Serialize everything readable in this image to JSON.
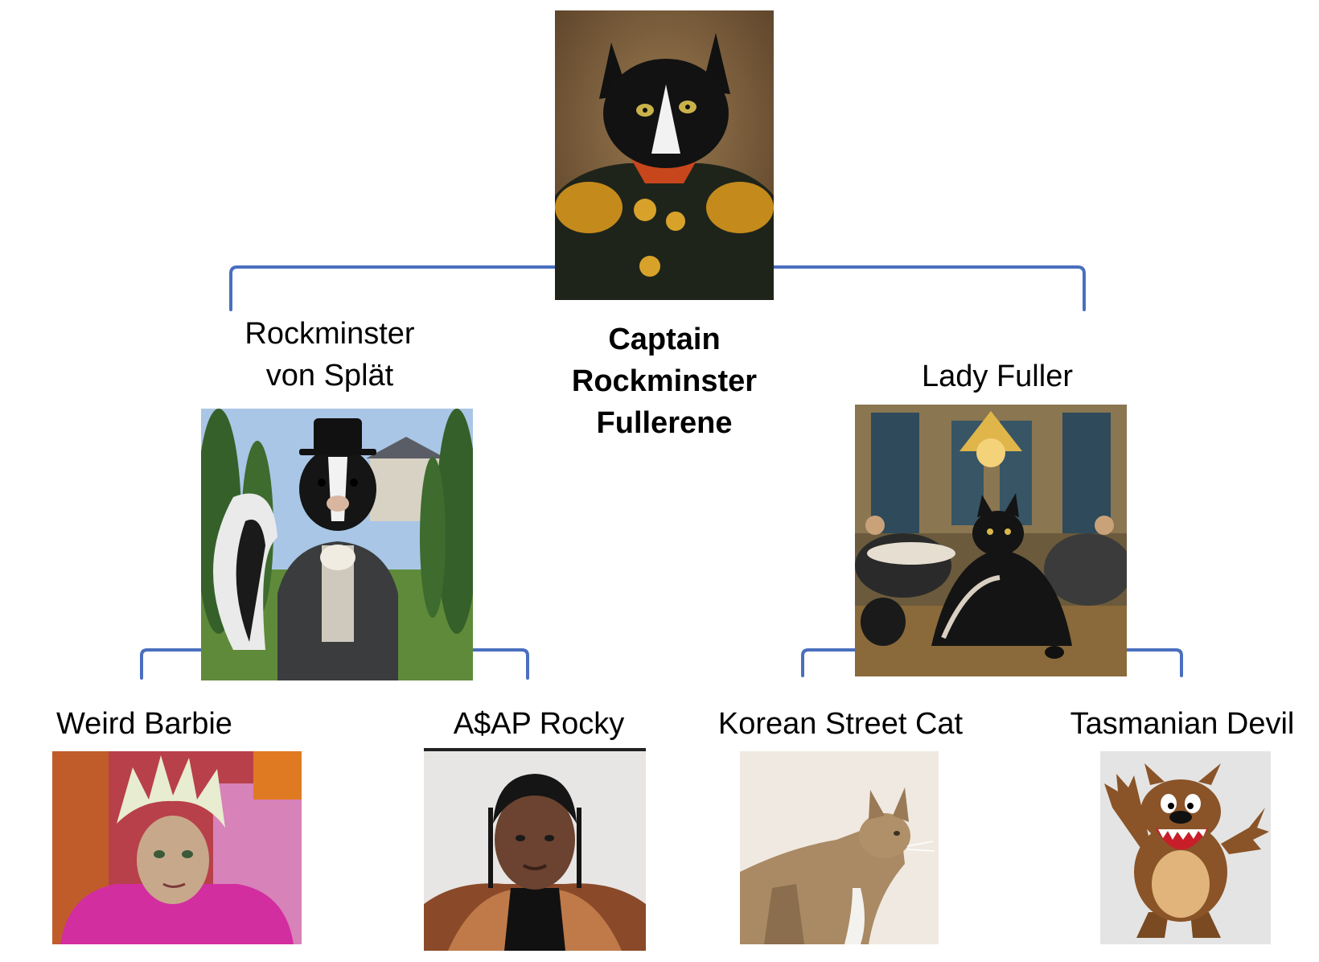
{
  "colors": {
    "connector": "#4a6fbe"
  },
  "root": {
    "name_lines": [
      "Captain",
      "Rockminster",
      "Fullerene"
    ],
    "portrait_icon": "cat-general-portrait-icon"
  },
  "parents": [
    {
      "name_lines": [
        "Rockminster",
        "von Splät"
      ],
      "portrait_icon": "skunk-gentleman-portrait-icon"
    },
    {
      "name_lines": [
        "Lady Fuller"
      ],
      "portrait_icon": "cat-ballroom-portrait-icon"
    }
  ],
  "grandchildren": [
    {
      "name": "Weird Barbie",
      "portrait_icon": "weird-barbie-portrait-icon"
    },
    {
      "name": "A$AP Rocky",
      "portrait_icon": "asap-rocky-portrait-icon"
    },
    {
      "name": "Korean Street Cat",
      "portrait_icon": "tabby-cat-portrait-icon"
    },
    {
      "name": "Tasmanian Devil",
      "portrait_icon": "tasmanian-devil-portrait-icon"
    }
  ]
}
